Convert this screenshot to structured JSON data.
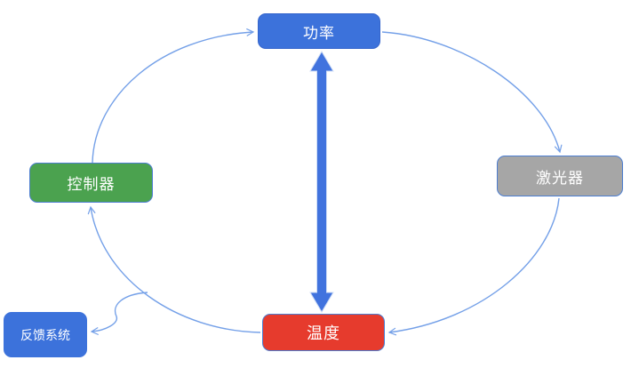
{
  "diagram": {
    "type": "cycle-flow-diagram",
    "background": "#ffffff",
    "nodes": {
      "power": {
        "label": "功率",
        "bg": "#3C72DB",
        "text": "#ffffff",
        "border": "#3565CC"
      },
      "laser": {
        "label": "激光器",
        "bg": "#A6A6A6",
        "text": "#ffffff",
        "border": "#4C7DD0"
      },
      "controller": {
        "label": "控制器",
        "bg": "#4BA24F",
        "text": "#ffffff",
        "border": "#4C7DD0"
      },
      "temperature": {
        "label": "温度",
        "bg": "#E63B2D",
        "text": "#ffffff",
        "border": "#4C7DD0"
      },
      "feedback": {
        "label": "反馈系统",
        "bg": "#3C72DB",
        "text": "#ffffff",
        "border": "#3C72DB"
      }
    },
    "edges": [
      {
        "from": "controller",
        "to": "power",
        "style": "thin-curved-arrow"
      },
      {
        "from": "power",
        "to": "laser",
        "style": "thin-curved-arrow"
      },
      {
        "from": "laser",
        "to": "temperature",
        "style": "thin-curved-arrow"
      },
      {
        "from": "temperature",
        "to": "controller",
        "style": "thin-curved-arrow"
      },
      {
        "from": "temperature-controller-arc",
        "to": "feedback",
        "style": "thin-curved-arrow"
      },
      {
        "from": "power",
        "to": "temperature",
        "style": "thick-double-arrow",
        "bidirectional": true
      }
    ],
    "colors": {
      "edge": "#74A0E8",
      "double_arrow_fill": "#4173DE",
      "double_arrow_edge": "#CFDDF6"
    }
  }
}
